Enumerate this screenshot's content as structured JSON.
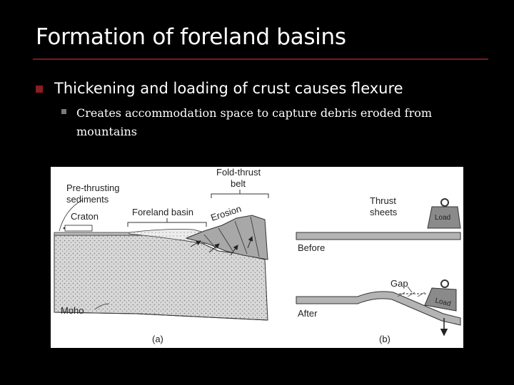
{
  "title": "Formation of foreland basins",
  "bullets": {
    "level1": "Thickening and loading of crust causes flexure",
    "level2": "Creates accommodation space to capture debris eroded from mountains"
  },
  "figure": {
    "panel_a": {
      "pre_thrusting": "Pre-thrusting",
      "sediments": "sediments",
      "craton": "Craton",
      "foreland_basin": "Foreland basin",
      "fold_thrust_1": "Fold-thrust",
      "fold_thrust_2": "belt",
      "erosion": "Erosion",
      "moho": "Moho",
      "caption": "(a)"
    },
    "panel_b": {
      "thrust_1": "Thrust",
      "thrust_2": "sheets",
      "load": "Load",
      "before": "Before",
      "gap": "Gap",
      "load2": "Load",
      "after": "After",
      "caption": "(b)"
    }
  },
  "colors": {
    "background": "#000000",
    "title_rule": "#7a1a1e",
    "bullet_primary": "#8a1c22",
    "bullet_secondary": "#7a7a7a"
  }
}
